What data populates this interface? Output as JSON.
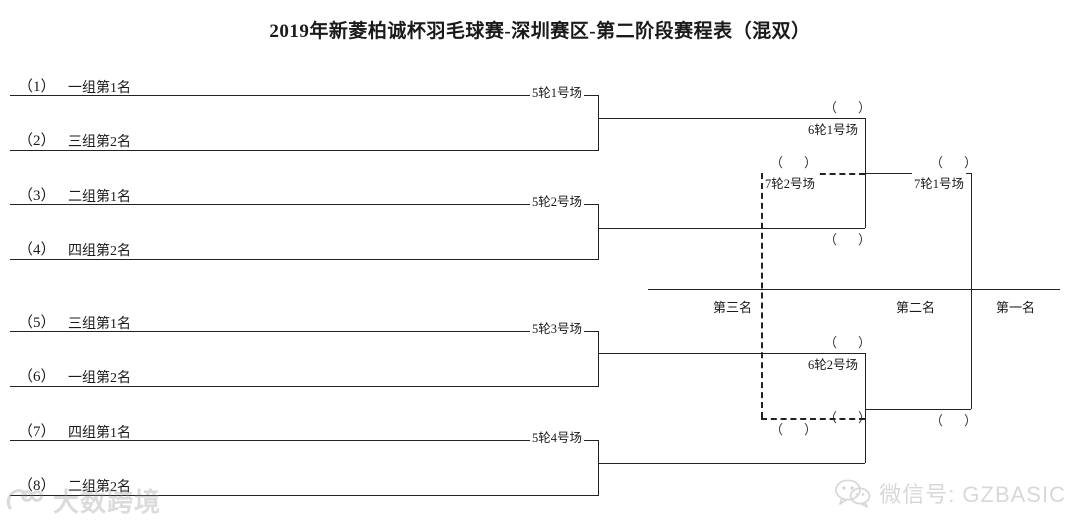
{
  "title": "2019年新菱柏诚杯羽毛球赛-深圳赛区-第二阶段赛程表（混双）",
  "seeds": [
    {
      "num": "（1）",
      "name": "一组第1名"
    },
    {
      "num": "（2）",
      "name": "三组第2名"
    },
    {
      "num": "（3）",
      "name": "二组第1名"
    },
    {
      "num": "（4）",
      "name": "四组第2名"
    },
    {
      "num": "（5）",
      "name": "三组第1名"
    },
    {
      "num": "（6）",
      "name": "一组第2名"
    },
    {
      "num": "（7）",
      "name": "四组第1名"
    },
    {
      "num": "（8）",
      "name": "二组第2名"
    }
  ],
  "round5": [
    {
      "label": "5轮1号场"
    },
    {
      "label": "5轮2号场"
    },
    {
      "label": "5轮3号场"
    },
    {
      "label": "5轮4号场"
    }
  ],
  "round6": [
    {
      "label": "6轮1号场",
      "slot_top": "（　）",
      "slot_bottom": "（　）"
    },
    {
      "label": "6轮2号场",
      "slot_top": "（　）",
      "slot_bottom": "（　）"
    }
  ],
  "round7": {
    "final": {
      "label": "7轮1号场",
      "slot_top": "（　）",
      "slot_bottom": "（　）"
    },
    "third_place": {
      "label": "7轮2号场",
      "slot_top": "（　）",
      "slot_bottom": "（　）"
    }
  },
  "ranks": {
    "third": "第三名",
    "second": "第二名",
    "first": "第一名"
  },
  "watermarks": {
    "left": "大数跨境",
    "right": "微信号: GZBASIC"
  }
}
